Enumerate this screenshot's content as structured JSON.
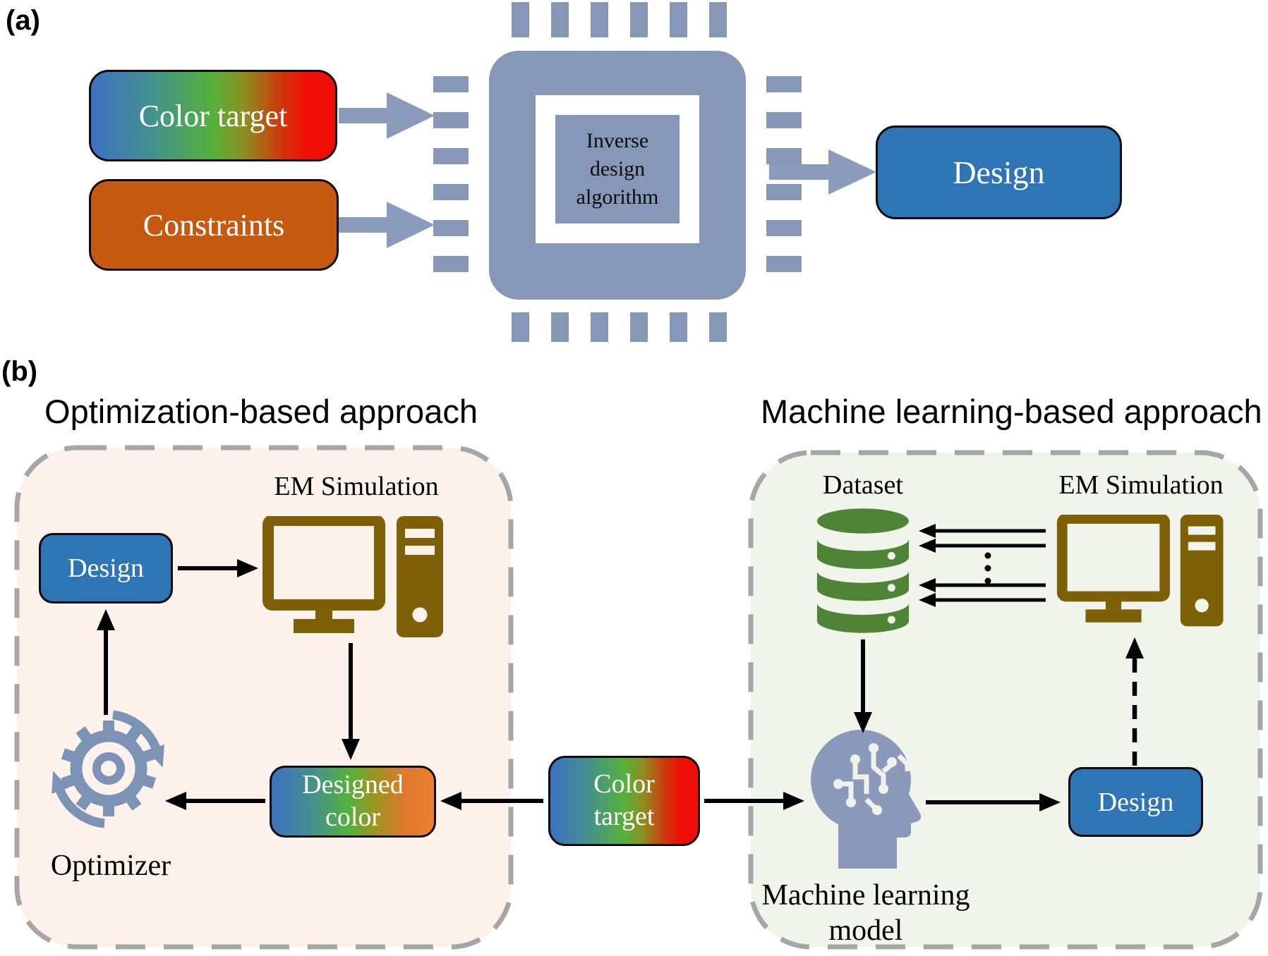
{
  "panel_a": {
    "label": "(a)",
    "color_target_label": "Color target",
    "constraints_label": "Constraints",
    "chip_label": "Inverse design algorithm",
    "design_label": "Design"
  },
  "panel_b": {
    "label": "(b)",
    "optimization": {
      "title": "Optimization-based approach",
      "design_label": "Design",
      "em_simulation_label": "EM Simulation",
      "designed_color_label": "Designed color",
      "optimizer_label": "Optimizer"
    },
    "color_target_label": "Color target",
    "machine_learning": {
      "title": "Machine learning-based approach",
      "dataset_label": "Dataset",
      "em_simulation_label": "EM Simulation",
      "model_label": "Machine learning model",
      "design_label": "Design"
    }
  },
  "colors": {
    "chip_icon": "#8697b8",
    "flow_arrow_gray_blue": "#8b9bbc",
    "design_box_blue": "#2e75b6",
    "constraints_orange": "#c4590f",
    "computer_icon_olive": "#7d6008",
    "dataset_icon_green": "#4f8336",
    "gear_icon_blue_gray": "#7d93b5",
    "head_icon_blue_gray": "#8b9aba",
    "optimization_panel_bg": "#fcf2eb",
    "machine_learning_panel_bg": "#f0f4ea",
    "panel_dashed_border": "#a6a6a6",
    "connector_black": "#000000"
  }
}
